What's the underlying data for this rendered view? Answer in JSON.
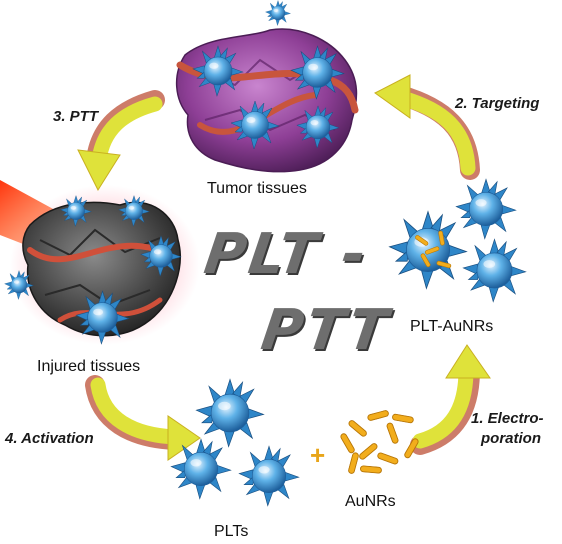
{
  "title_line1": "PLT -",
  "title_line2": "PTT",
  "labels": {
    "tumor": "Tumor tissues",
    "injured": "Injured tissues",
    "plt_aunrs": "PLT-AuNRs",
    "plts": "PLTs",
    "aunrs": "AuNRs",
    "plus": "+"
  },
  "steps": {
    "s1_line1": "1. Electro-",
    "s1_line2": "poration",
    "s2": "2. Targeting",
    "s3": "3. PTT",
    "s4": "4. Activation"
  },
  "colors": {
    "arrow": "#d8d820",
    "arrow_edge": "#b23a2a",
    "platelet": "#3f9ad6",
    "tumor": "#9a4fa0",
    "injured": "#5a5a5a",
    "aunr": "#f0a81a",
    "laser": "#ff4010"
  }
}
